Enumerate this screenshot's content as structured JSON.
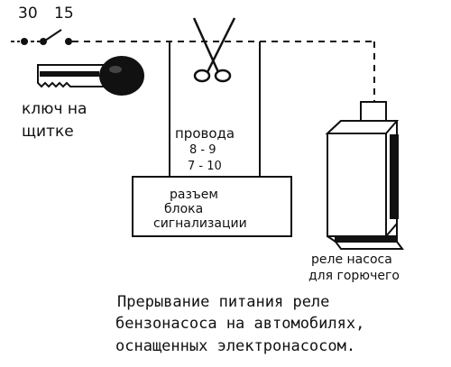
{
  "terminals": {
    "t30": "30",
    "t15": "15"
  },
  "key": {
    "line1": "ключ на",
    "line2": "щитке"
  },
  "wires": {
    "title": "провода",
    "line1": "8 - 9",
    "line2": "7 - 10"
  },
  "connector": {
    "line1": "разъем",
    "line2": "блока",
    "line3": "сигнализации"
  },
  "relay": {
    "line1": "реле насоса",
    "line2": "для горючего"
  },
  "caption": {
    "line1": "Прерывание питания реле",
    "line2": "бензонасоса на автомобилях,",
    "line3": "оснащенных электронасосом."
  },
  "colors": {
    "ink": "#111111",
    "paper": "#ffffff"
  },
  "icons": {
    "key": "car-key-icon",
    "scissors": "scissors-icon",
    "relay": "fuel-pump-relay-icon"
  }
}
